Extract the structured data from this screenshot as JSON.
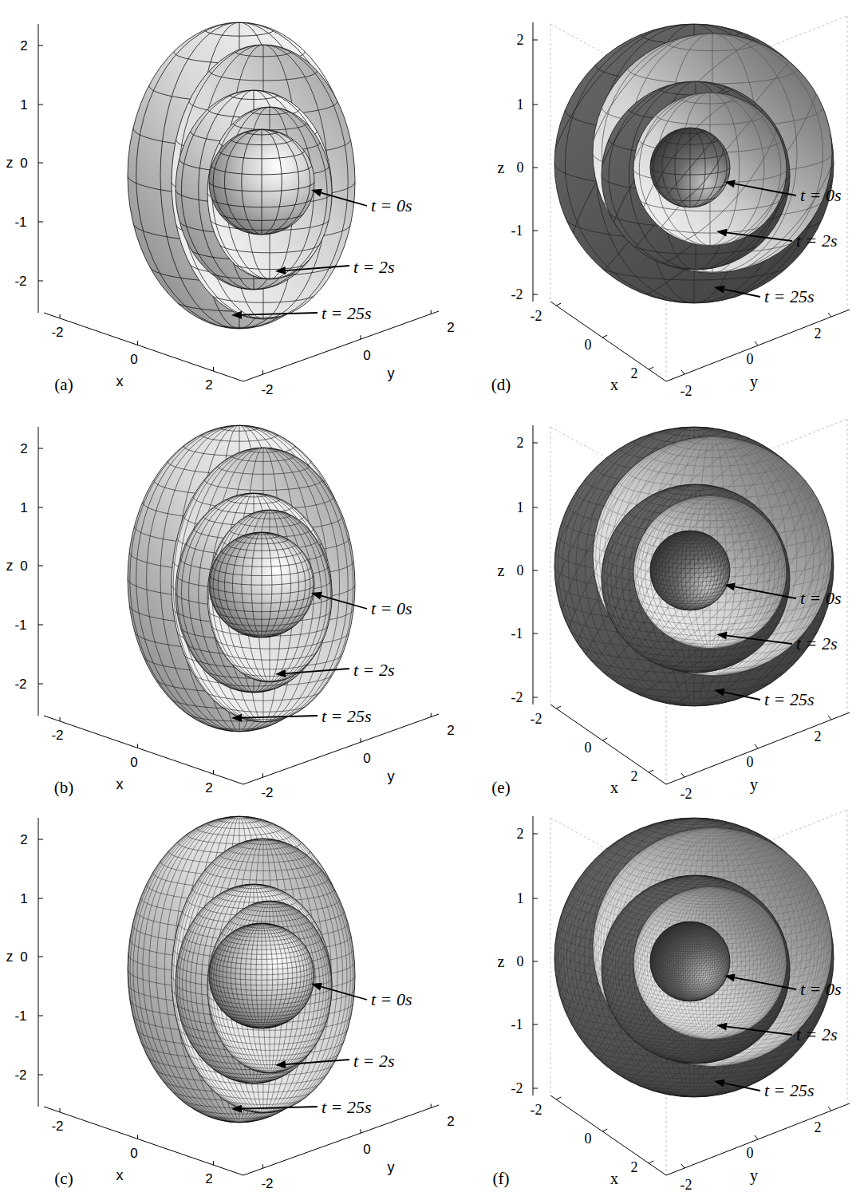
{
  "diagram": {
    "labels": [
      "2",
      "1",
      "0",
      "-1",
      "-2",
      "z",
      "t = 0s",
      "t = 2s",
      "t = 25s",
      "-2",
      "0",
      "2",
      "x",
      "-2",
      "0",
      "2",
      "y",
      "(a)",
      "2",
      "1",
      "0",
      "-1",
      "-2",
      "z",
      "t = 0s",
      "t = 2s",
      "t = 25s",
      "-2",
      "0",
      "2",
      "x",
      "-2",
      "0",
      "2",
      "y",
      "(d)",
      "2",
      "1",
      "0",
      "-1",
      "-2",
      "z",
      "t = 0s",
      "t = 2s",
      "t = 25s",
      "-2",
      "0",
      "2",
      "x",
      "-2",
      "0",
      "2",
      "y",
      "(b)",
      "2",
      "1",
      "0",
      "-1",
      "-2",
      "z",
      "t = 0s",
      "t = 2s",
      "t = 25s",
      "-2",
      "0",
      "2",
      "x",
      "-2",
      "0",
      "2",
      "y",
      "(e)",
      "2",
      "1",
      "0",
      "-1",
      "-2",
      "z",
      "t = 0s",
      "t = 2s",
      "t = 25s",
      "-2",
      "0",
      "2",
      "x",
      "-2",
      "0",
      "2",
      "y",
      "(c)",
      "2",
      "1",
      "0",
      "-1",
      "-2",
      "z",
      "t = 0s",
      "t = 2s",
      "t = 25s",
      "-2",
      "0",
      "2",
      "x",
      "-2",
      "0",
      "2",
      "y",
      "(f)"
    ]
  }
}
